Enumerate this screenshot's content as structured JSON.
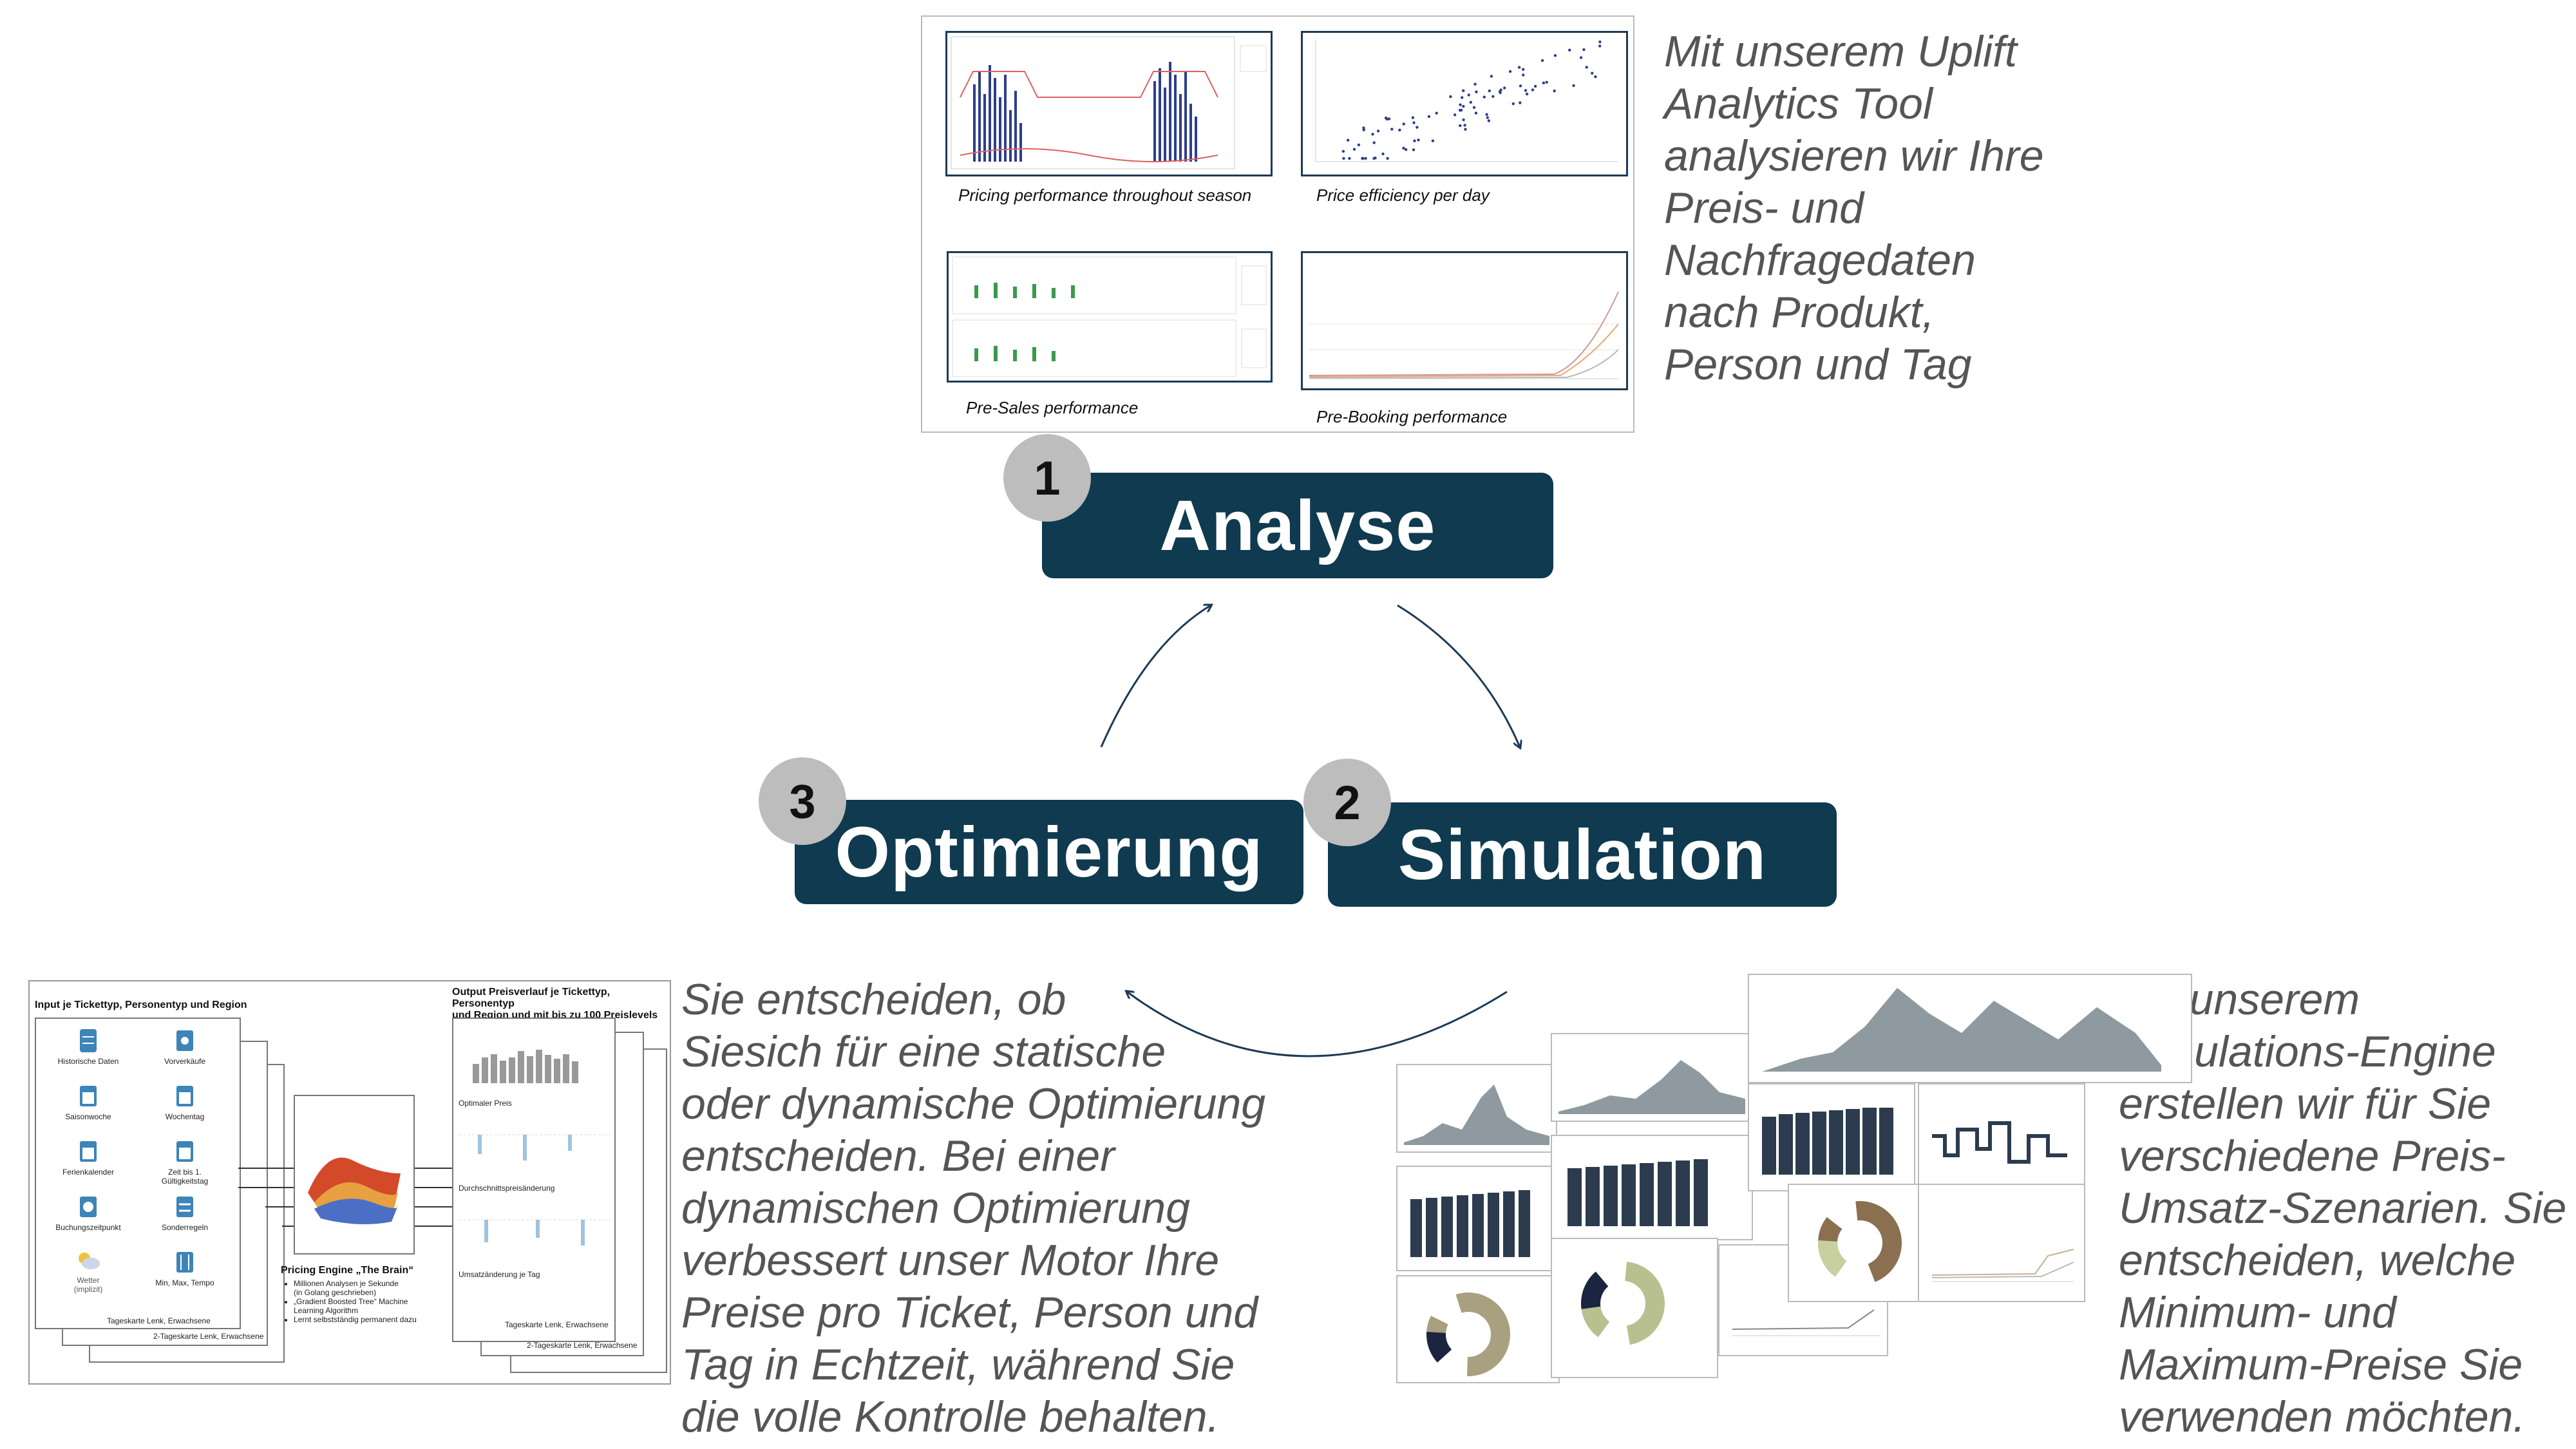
{
  "stages": [
    {
      "number": "1",
      "label": "Analyse"
    },
    {
      "number": "2",
      "label": "Simulation"
    },
    {
      "number": "3",
      "label": "Optimierung"
    }
  ],
  "descriptions": {
    "analyse": "Mit unserem Uplift\nAnalytics Tool\nanalysieren wir Ihre\nPreis- und\nNachfragedaten\nnach Produkt,\nPerson und Tag",
    "simulation": "Mit unserem\nSimulations-Engine\nerstellen wir für Sie\nverschiedene Preis-\nUmsatz-Szenarien.  Sie\nentscheiden, welche\nMinimum- und\nMaximum-Preise Sie\nverwenden möchten.",
    "optimierung": "Sie entscheiden, ob\nSiesich für eine statische\noder dynamische Optimierung\nentscheiden. Bei einer\ndynamischen Optimierung\nverbessert unser Motor Ihre\nPreise pro Ticket, Person und\nTag in Echtzeit, während Sie\ndie volle Kontrolle behalten."
  },
  "analytics_panel": {
    "captions": [
      "Pricing performance throughout season",
      "Price efficiency per day",
      "Pre-Sales performance",
      "Pre-Booking performance"
    ]
  },
  "optimization_panel": {
    "input_title": "Input je Tickettyp, Personentyp und Region",
    "output_title": "Output Preisverlauf je Tickettyp, Personentyp\nund Region und mit bis zu 100 Preislevels",
    "inputs_left": [
      "Historische Daten",
      "Saisonwoche",
      "Ferienkalender",
      "Buchungszeitpunkt",
      "Wetter\n(implizit)"
    ],
    "inputs_right": [
      "Vorverkäufe",
      "Wochentag",
      "Zeit bis 1.\nGültigkeitstag",
      "Sonderregeln",
      "Min, Max, Tempo"
    ],
    "sheet_footer": "Tageskarte Lenk, Erwachsene",
    "sheet_footer_2": "2-Tageskarte Lenk, Erwachsene",
    "engine_title": "Pricing Engine „The Brain“",
    "engine_bullets": [
      "Millionen Analysen je Sekunde\n(in Golang geschrieben)",
      "„Gradient Boosted Tree“ Machine\nLearning Algorithm",
      "Lernt selbstständig permanent dazu"
    ],
    "output_sections": [
      "Optimaler Preis",
      "Durchschnittspreisänderung",
      "Umsatzänderung je Tag"
    ]
  },
  "icons": [
    "database-icon",
    "calendar-icon",
    "weather-icon",
    "sliders-icon",
    "surface-plot-icon"
  ],
  "colors": {
    "stage_bg": "#0f3a4f",
    "badge_bg": "#bdbdbd",
    "arrow": "#1c3a56",
    "text_grey": "#555555"
  }
}
